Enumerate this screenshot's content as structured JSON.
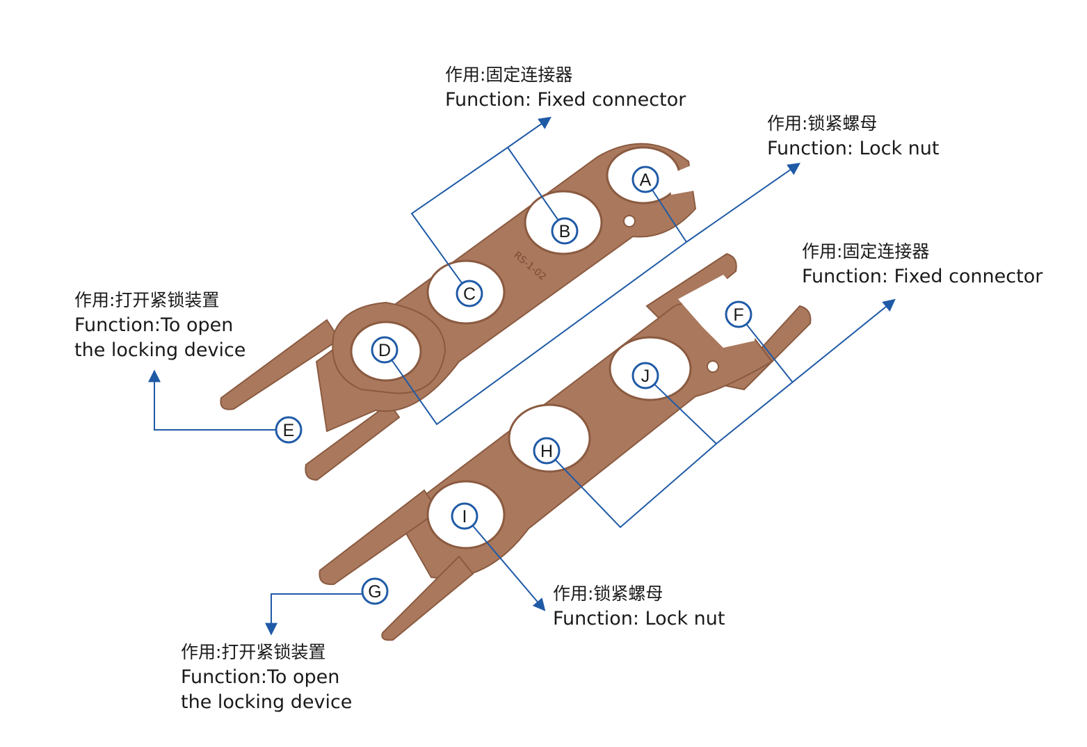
{
  "annotations": {
    "top_center": {
      "zh": "作用:固定连接器",
      "en": [
        "Function: Fixed connector"
      ]
    },
    "top_right": {
      "zh": "作用:锁紧螺母",
      "en": [
        "Function: Lock nut"
      ]
    },
    "left": {
      "zh": "作用:打开紧锁装置",
      "en": [
        "Function:To open",
        "the locking device"
      ]
    },
    "right_mid": {
      "zh": "作用:固定连接器",
      "en": [
        "Function: Fixed connector"
      ]
    },
    "bottom_mid": {
      "zh": "作用:锁紧螺母",
      "en": [
        "Function: Lock nut"
      ]
    },
    "bottom_left": {
      "zh": "作用:打开紧锁装置",
      "en": [
        "Function:To open",
        "the locking device"
      ]
    }
  },
  "markers": [
    "A",
    "B",
    "C",
    "D",
    "E",
    "F",
    "G",
    "H",
    "I",
    "J"
  ],
  "tool_engraving": "RS-1-02",
  "colors": {
    "tool": "#a9785d",
    "tool_shadow": "#8a5a40",
    "tool_highlight": "#c4947a",
    "leader": "#1f5aa6"
  }
}
